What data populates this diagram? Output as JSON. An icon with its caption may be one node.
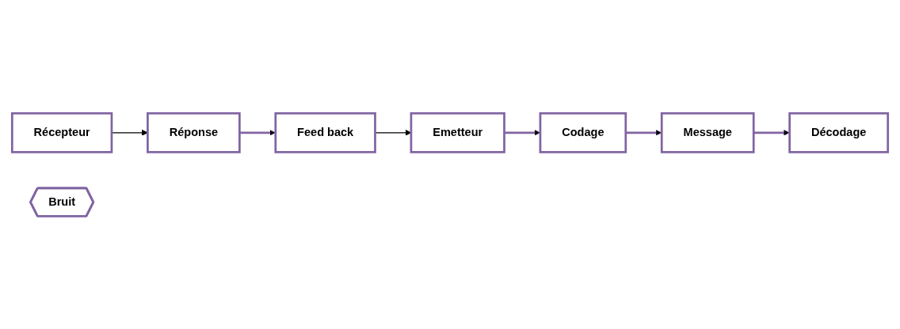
{
  "diagram": {
    "nodes": [
      {
        "text": [
          "Emetteur"
        ]
      },
      {
        "text": [
          "Codage"
        ]
      },
      {
        "text": [
          "Message"
        ]
      },
      {
        "text": [
          "Décodage"
        ]
      },
      {
        "text": [
          "Récepteur"
        ]
      },
      {
        "text": [
          "Bruit"
        ]
      },
      {
        "text": [
          "Feed back"
        ]
      },
      {
        "text": [
          "Réponse"
        ]
      }
    ],
    "edges": [
      {
        "from": 0,
        "to": 1,
        "arrow": "to"
      },
      {
        "from": 1,
        "to": 2,
        "arrow": "to"
      },
      {
        "from": 2,
        "to": 3,
        "arrow": "to"
      },
      {
        "from": 4,
        "to": 7,
        "arrow": "to",
        "color": "#000000"
      },
      {
        "from": 7,
        "to": 6,
        "arrow": "to"
      },
      {
        "from": 6,
        "to": 0,
        "arrow": "to",
        "color": "#000000"
      }
    ]
  }
}
